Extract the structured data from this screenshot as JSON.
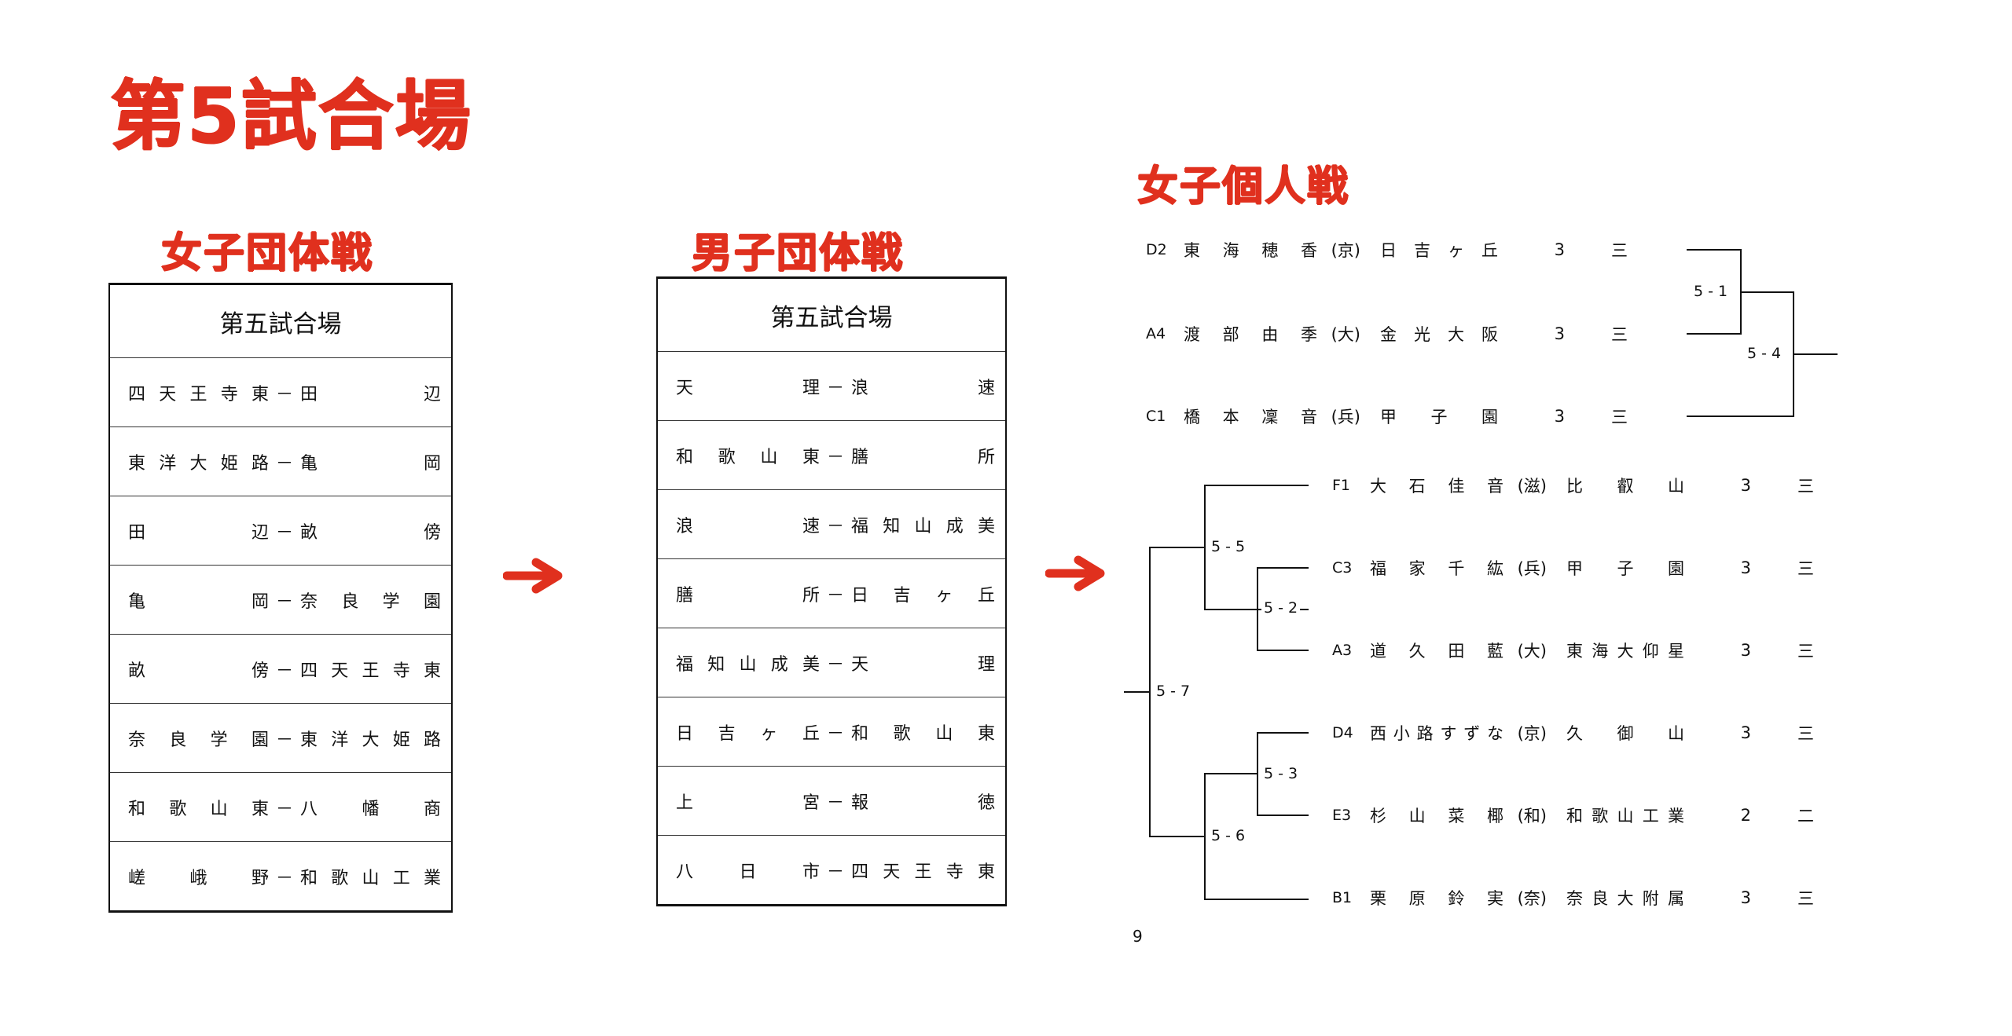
{
  "page": {
    "main_title": "第5試合場",
    "page_number": "9"
  },
  "women_team": {
    "title": "女子団体戦",
    "table_header": "第五試合場",
    "matches": [
      {
        "left": "四天王寺東",
        "right": "田辺"
      },
      {
        "left": "東洋大姫路",
        "right": "亀岡"
      },
      {
        "left": "田辺",
        "right": "畝傍"
      },
      {
        "left": "亀岡",
        "right": "奈良学園"
      },
      {
        "left": "畝傍",
        "right": "四天王寺東"
      },
      {
        "left": "奈良学園",
        "right": "東洋大姫路"
      },
      {
        "left": "和歌山東",
        "right": "八幡商"
      },
      {
        "left": "嵯峨野",
        "right": "和歌山工業"
      }
    ]
  },
  "men_team": {
    "title": "男子団体戦",
    "table_header": "第五試合場",
    "matches": [
      {
        "left": "天理",
        "right": "浪速"
      },
      {
        "left": "和歌山東",
        "right": "膳所"
      },
      {
        "left": "浪速",
        "right": "福知山成美"
      },
      {
        "left": "膳所",
        "right": "日吉ヶ丘"
      },
      {
        "left": "福知山成美",
        "right": "天理"
      },
      {
        "left": "日吉ヶ丘",
        "right": "和歌山東"
      },
      {
        "left": "上宮",
        "right": "報徳"
      },
      {
        "left": "八日市",
        "right": "四天王寺東"
      }
    ]
  },
  "dash": "－",
  "women_individual": {
    "title": "女子個人戦",
    "players": [
      {
        "seed": "D2",
        "name": "東海穂香",
        "pref": "(京)",
        "school": "日吉ヶ丘",
        "grade": "3",
        "grade_kanji": "三"
      },
      {
        "seed": "A4",
        "name": "渡部由季",
        "pref": "(大)",
        "school": "金光大阪",
        "grade": "3",
        "grade_kanji": "三"
      },
      {
        "seed": "C1",
        "name": "橋本凜音",
        "pref": "(兵)",
        "school": "甲子園",
        "grade": "3",
        "grade_kanji": "三"
      },
      {
        "seed": "F1",
        "name": "大石佳音",
        "pref": "(滋)",
        "school": "比叡山",
        "grade": "3",
        "grade_kanji": "三"
      },
      {
        "seed": "C3",
        "name": "福家千紘",
        "pref": "(兵)",
        "school": "甲子園",
        "grade": "3",
        "grade_kanji": "三"
      },
      {
        "seed": "A3",
        "name": "道久田 藍",
        "pref": "(大)",
        "school": "東海大仰星",
        "grade": "3",
        "grade_kanji": "三"
      },
      {
        "seed": "D4",
        "name": "西小路すずな",
        "pref": "(京)",
        "school": "久御山",
        "grade": "3",
        "grade_kanji": "三"
      },
      {
        "seed": "E3",
        "name": "杉山菜椰",
        "pref": "(和)",
        "school": "和歌山工業",
        "grade": "2",
        "grade_kanji": "二"
      },
      {
        "seed": "B1",
        "name": "栗原鈴実",
        "pref": "(奈)",
        "school": "奈良大附属",
        "grade": "3",
        "grade_kanji": "三"
      }
    ],
    "bout_labels": {
      "b51": "5 - 1",
      "b52": "5 - 2",
      "b53": "5 - 3",
      "b54": "5 - 4",
      "b55": "5 - 5",
      "b56": "5 - 6",
      "b57": "5 - 7"
    }
  },
  "colors": {
    "title_red": "#e0301e",
    "line": "#111111"
  }
}
